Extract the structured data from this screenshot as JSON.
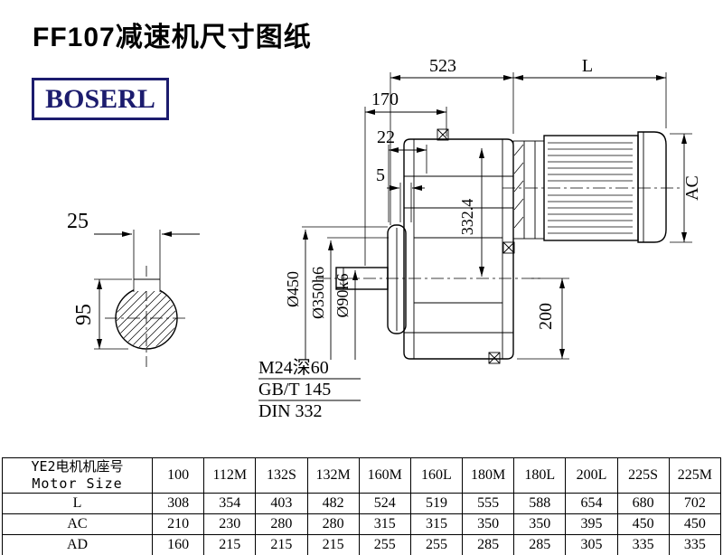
{
  "page": {
    "title": "FF107减速机尺寸图纸"
  },
  "logo": {
    "text": "BOSERL",
    "color": "#1c1c6e"
  },
  "drawing": {
    "dim_523": "523",
    "dim_L": "L",
    "dim_170": "170",
    "dim_22": "22",
    "dim_5": "5",
    "dim_AC": "AC",
    "dim_332_4": "332.4",
    "dim_200": "200",
    "dia_450": "Ø450",
    "dia_350": "Ø350h6",
    "dia_90": "Ø90k6",
    "dim_25": "25",
    "dim_95": "95",
    "note_thread": "M24深60",
    "note_gb": "GB/T 145",
    "note_din": "DIN 332"
  },
  "table": {
    "header": {
      "cn": "YE2电机机座号",
      "en": "Motor Size"
    },
    "columns": [
      "100",
      "112M",
      "132S",
      "132M",
      "160M",
      "160L",
      "180M",
      "180L",
      "200L",
      "225S",
      "225M"
    ],
    "rows": [
      {
        "label": "L",
        "values": [
          "308",
          "354",
          "403",
          "482",
          "524",
          "519",
          "555",
          "588",
          "654",
          "680",
          "702"
        ]
      },
      {
        "label": "AC",
        "values": [
          "210",
          "230",
          "280",
          "280",
          "315",
          "315",
          "350",
          "350",
          "395",
          "450",
          "450"
        ]
      },
      {
        "label": "AD",
        "values": [
          "160",
          "215",
          "215",
          "215",
          "255",
          "255",
          "285",
          "285",
          "305",
          "335",
          "335"
        ]
      }
    ]
  }
}
